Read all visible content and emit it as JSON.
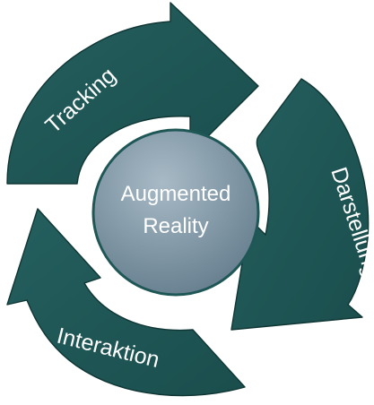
{
  "diagram": {
    "center": {
      "line1": "Augmented",
      "line2": "Reality"
    },
    "arrows": [
      {
        "label": "Tracking"
      },
      {
        "label": "Darstellung"
      },
      {
        "label": "Interaktion"
      }
    ],
    "colors": {
      "arrow_fill": "#1f5756",
      "arrow_edge": "#0f3634",
      "hub_top": "#a8bac6",
      "hub_bottom": "#637c8c",
      "hub_border": "#1f5756",
      "text": "#ffffff"
    }
  }
}
